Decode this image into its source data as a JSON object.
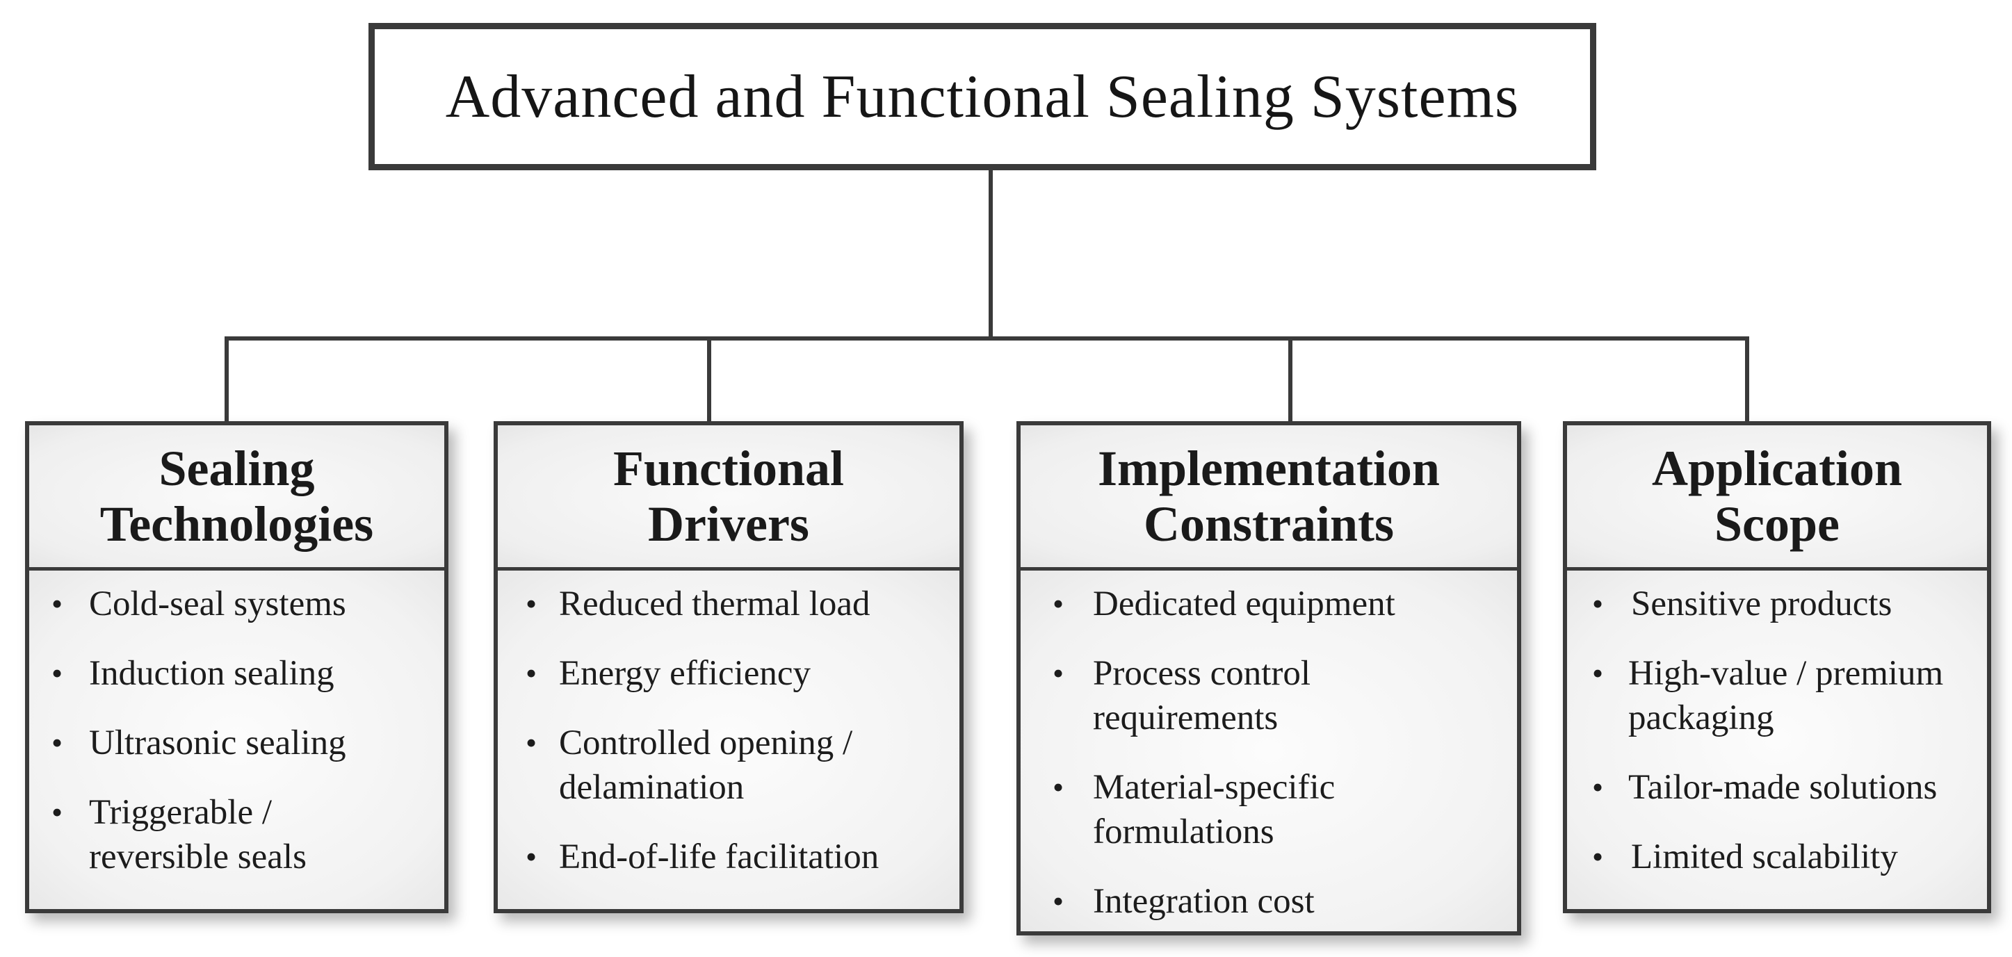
{
  "diagram": {
    "title": "Advanced and Functional Sealing Systems",
    "categories": [
      {
        "title_lines": [
          "Sealing",
          "Technologies"
        ],
        "items": [
          "Cold-seal systems",
          "Induction sealing",
          "Ultrasonic sealing",
          "Triggerable / reversible seals"
        ]
      },
      {
        "title_lines": [
          "Functional",
          "Drivers"
        ],
        "items": [
          "Reduced thermal load",
          "Energy efficiency",
          "Controlled opening / delamination",
          "End-of-life facilitation"
        ]
      },
      {
        "title_lines": [
          "Implementation",
          "Constraints"
        ],
        "items": [
          "Dedicated equipment",
          "Process control requirements",
          "Material-specific formulations",
          "Integration cost"
        ]
      },
      {
        "title_lines": [
          "Application",
          "Scope"
        ],
        "items": [
          "Sensitive products",
          "High-value / premium packaging",
          "Tailor-made solutions",
          "Limited scalability"
        ]
      }
    ],
    "colors": {
      "line": "#3a3a3a",
      "text": "#1b1b1b"
    }
  }
}
